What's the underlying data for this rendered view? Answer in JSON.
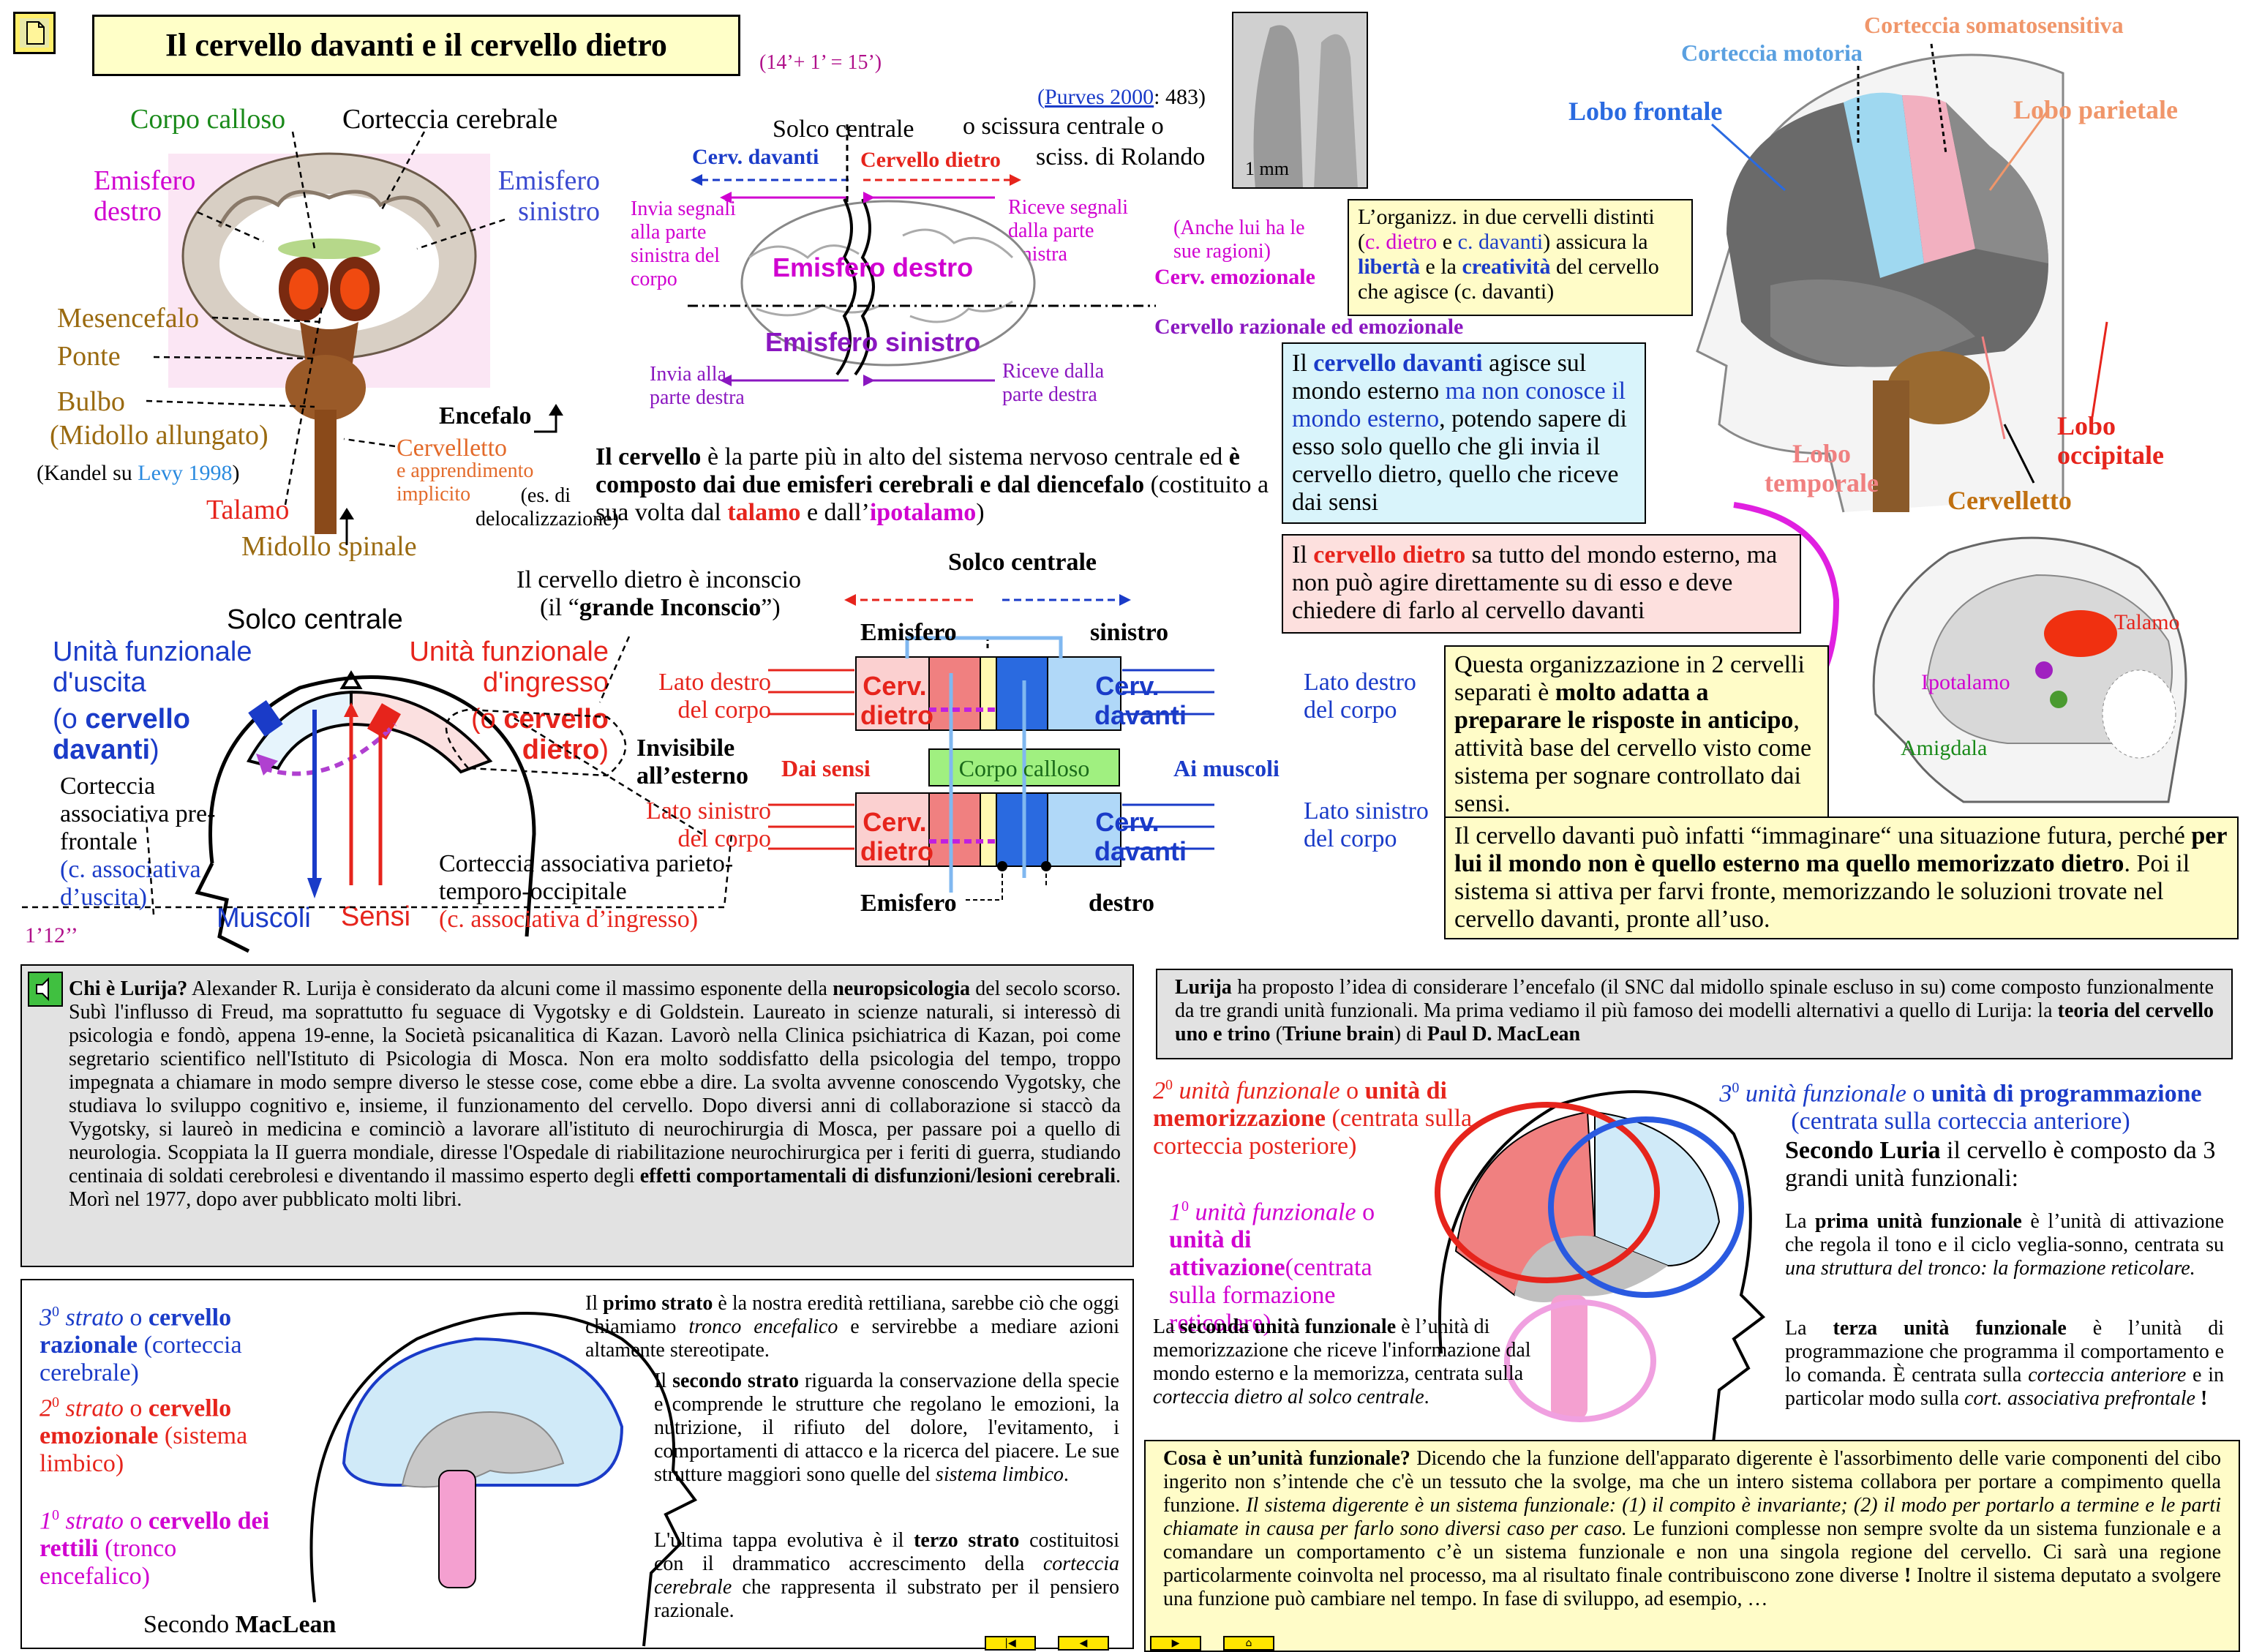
{
  "header": {
    "title": "Il cervello davanti e il cervello dietro",
    "time": "(14’+ 1’ = 15’)"
  },
  "top_left": {
    "corpo_calloso": "Corpo calloso",
    "corteccia_cerebrale": "Corteccia cerebrale",
    "emisfero_destro": "Emisfero destro",
    "emisfero_sinistro": "Emisfero sinistro",
    "mesencefalo": "Mesencefalo",
    "ponte": "Ponte",
    "bulbo": "Bulbo",
    "midollo_allungato": "(Midollo allungato)",
    "kandel_pre": "(Kandel su ",
    "kandel_link": "Levy 1998",
    "kandel_post": ")",
    "talamo": "Talamo",
    "midollo_spinale": "Midollo spinale",
    "encefalo": "Encefalo",
    "cervelletto": "Cervelletto",
    "cervelletto_note": "e apprendimento implicito",
    "cervelletto_note2": "(es. di delocalizzazione)"
  },
  "top_center": {
    "purves_link": "Purves 2000",
    "purves_page": ": 483)",
    "purves_open": "(",
    "scale": "1 mm",
    "solco_1": "Solco centrale",
    "solco_2": "o scissura centrale o",
    "solco_3": "sciss. di Rolando",
    "cerv_davanti": "Cerv. davanti",
    "cervello_dietro": "Cervello dietro",
    "invia_segnali": "Invia segnali alla parte sinistra del corpo",
    "riceve_segnali": "Riceve segnali dalla parte sinistra",
    "emisfero_destro": "Emisfero destro",
    "emisfero_sinistro": "Emisfero sinistro",
    "invia_destra": "Invia alla parte destra",
    "riceve_destra": "Riceve dalla parte destra",
    "anche_lui": "(Anche lui ha le sue ragioni)",
    "cerv_emozionale": "Cerv. emozionale",
    "razionale_emozionale": "Cervello razionale ed emozionale",
    "p1_a": "Il cervello",
    "p1_b": " è la parte più in alto del sistema nervoso centrale ed ",
    "p1_c": "è composto dai due emisferi cerebrali  e dal diencefalo",
    "p1_d": " (costituito a sua volta dal ",
    "p1_talamo": "talamo",
    "p1_e": " e dall’",
    "p1_ipotalamo": "ipotalamo",
    "p1_f": ")"
  },
  "organizz_box": {
    "a": "L’organizz. in due cervelli distinti (",
    "dietro": "c. dietro",
    "e": " e ",
    "davanti": "c. davanti",
    "b": ") assicura la ",
    "liberta": "libertà",
    "c": " e la ",
    "creativita": "creatività",
    "d": " del cervello che agisce (c. davanti)"
  },
  "blue_box": {
    "a": "Il ",
    "b": "cervello davanti",
    "c": " agisce sul mondo esterno ",
    "d": "ma non conosce il mondo esterno",
    "e": ", potendo sapere di esso solo quello che gli invia il cervello dietro, quello che riceve dai sensi"
  },
  "red_box": {
    "a": "Il ",
    "b": "cervello dietro",
    "c": " sa tutto del mondo esterno, ma non può agire direttamente su di esso e deve chiedere di farlo al cervello davanti"
  },
  "questa_box": {
    "a": "Questa organizzazione in 2 cervelli separati è ",
    "b": "molto adatta a preparare le risposte in anticipo",
    "c": ", attività base del cervello visto come sistema per sognare controllato dai sensi.",
    "d": "Il cervello davanti può infatti “immaginare“ una situazione futura, perché ",
    "e": "per lui il mondo non è quello esterno ma quello memorizzato dietro",
    "f": ". Poi il sistema si attiva per farvi fronte, memorizzando le soluzioni trovate nel cervello davanti, pronte all’uso."
  },
  "brain_right": {
    "somato": "Corteccia somatosensitiva",
    "motoria": "Corteccia motoria",
    "frontale": "Lobo frontale",
    "parietale": "Lobo parietale",
    "temporale": "Lobo temporale",
    "occipitale": "Lobo occipitale",
    "cervelletto": "Cervelletto",
    "talamo": "Talamo",
    "ipotalamo": "Ipotalamo",
    "amigdala": "Amigdala"
  },
  "middle_left": {
    "solco": "Solco centrale",
    "uscita_1": "Unità funzionale",
    "uscita_2": "d'uscita",
    "uscita_3": "(o ",
    "uscita_4": "cervello",
    "uscita_5": "davanti",
    "uscita_6": ")",
    "ingresso_1": "Unità funzionale",
    "ingresso_2": "d'ingresso",
    "ingresso_3": "(o ",
    "ingresso_4": "cervello",
    "ingresso_5": "dietro",
    "ingresso_6": ")",
    "corteccia_1": "Corteccia associativa pre-frontale",
    "corteccia_2": "(c. associativa d’uscita)",
    "muscoli": "Muscoli",
    "sensi": "Sensi",
    "time": "1’12’’",
    "parieto_1": "Corteccia associativa parieto-temporo-occipitale",
    "parieto_2": "(c. associativa d’ingresso)",
    "inconscio_1": "Il cervello dietro è inconscio",
    "inconscio_2": "(il “",
    "inconscio_3": "grande Inconscio",
    "inconscio_4": "”)",
    "invisibile": "Invisibile all’esterno",
    "lato_destro": "Lato destro del corpo",
    "lato_sinistro": "Lato sinistro del corpo"
  },
  "diagram": {
    "solco": "Solco centrale",
    "emisfero": "Emisfero",
    "sinistro": "sinistro",
    "destro": "destro",
    "cerv_dietro_1": "Cerv.",
    "cerv_dietro_2": "dietro",
    "cerv_davanti_1": "Cerv.",
    "cerv_davanti_2": "davanti",
    "corpo_calloso": "Corpo calloso",
    "dai_sensi": "Dai sensi",
    "ai_muscoli": "Ai muscoli",
    "lato_destro": "Lato destro del corpo",
    "lato_sinistro": "Lato sinistro del corpo"
  },
  "lurija_box": {
    "a": "Chi è Lurija?",
    "b": "  Alexander R. Lurija è considerato da alcuni come il massimo esponente della ",
    "c": "neuropsicologia",
    "d": " del secolo scorso. Subì l'influsso di Freud, ma soprattutto fu seguace di Vygotsky e di Goldstein. Laureato in scienze naturali, si interessò di psicologia e fondò, appena 19-enne, la Società psicanalitica di Kazan. Lavorò nella Clinica psichiatrica di Kazan, poi come segretario scientifico nell'Istituto di Psicologia di Mosca. Non era molto soddisfatto della psicologia del tempo, troppo impegnata a chiamare in modo sempre diverso le stesse cose, come ebbe a dire. La svolta avvenne conoscendo Vygotsky, che studiava lo sviluppo cognitivo e, insieme, il funzionamento del cervello. Dopo diversi anni di collaborazione si staccò da Vygotsky, si laureò in medicina e cominciò a lavorare all'istituto di neurochirurgia di Mosca, per passare poi a quello di neurologia. Scoppiata la II guerra mondiale, diresse l'Ospedale di riabilitazione neurochirurgica per i feriti di guerra, studiando centinaia di soldati cerebrolesi e diventando il massimo esperto degli ",
    "e": "effetti comportamentali di disfunzioni/lesioni cerebrali",
    "f": ". Morì nel 1977, dopo aver pubblicato molti libri."
  },
  "lurija_right": {
    "a": "Lurija",
    "b": " ha proposto l’idea di considerare l’encefalo (il SNC dal midollo spinale escluso in su) come composto funzionalmente da tre grandi unità funzionali. Ma prima vediamo il più famoso dei modelli alternativi a quello di Lurija: la ",
    "c": "teoria del cervello uno e trino",
    "d": " (",
    "e": "Triune brain",
    "f": ") di ",
    "g": "Paul D. MacLean"
  },
  "units": {
    "u2_a": "2",
    "u2_b": " unità funzionale",
    "u2_c": " o ",
    "u2_d": "unità di memorizzazione",
    "u2_e": " (centrata sulla corteccia posteriore)",
    "u3_a": "3",
    "u3_b": " unità funzionale",
    "u3_c": " o ",
    "u3_d": "unità di programmazione",
    "u3_e": "(centrata sulla corteccia anteriore)",
    "u1_a": "1",
    "u1_b": " unità funzionale",
    "u1_c": " o ",
    "u1_d": "unità di attivazione",
    "u1_e": "(centrata sulla formazione reticolare)",
    "sup": "0",
    "seconda_a": "La ",
    "seconda_b": "seconda unità funzionale",
    "seconda_c": " è l’unità di memorizzazione che riceve l'informazione dal mondo esterno e la memorizza,  centrata sulla ",
    "seconda_d": "corteccia dietro al solco centrale",
    "seconda_e": ".",
    "secondo_luria_a": "Secondo Luria",
    "secondo_luria_b": " il cervello è composto da 3 grandi unità funzionali:",
    "prima_a": "La ",
    "prima_b": "prima unità funzionale",
    "prima_c": " è l’unità di attivazione che regola il tono e il ciclo veglia-sonno, centrata su ",
    "prima_d": "una struttura del tronco: la formazione reticolare.",
    "terza_a": "La ",
    "terza_b": "terza unità funzionale",
    "terza_c": " è l’unità di programmazione che programma il comportamento e lo comanda. È centrata sulla ",
    "terza_d": "corteccia anteriore",
    "terza_e": " e in particolar modo sulla ",
    "terza_f": "cort. associativa prefrontale",
    "terza_g": " !"
  },
  "maclean": {
    "s3_a": "3",
    "s3_b": " strato",
    "s3_c": " o ",
    "s3_d": "cervello razionale",
    "s3_e": " (corteccia cerebrale)",
    "s2_a": "2",
    "s2_b": " strato",
    "s2_c": " o ",
    "s2_d": "cervello emozionale",
    "s2_e": " (sistema limbico)",
    "s1_a": "1",
    "s1_b": " strato",
    "s1_c": " o ",
    "s1_d": "cervello dei rettili",
    "s1_e": " (tronco encefalico)",
    "sup": "0",
    "secondo_a": "Secondo ",
    "secondo_b": "MacLean",
    "p1_a": "Il ",
    "p1_b": "primo strato",
    "p1_c": " è la nostra eredità rettiliana, sarebbe ciò che oggi chiamiamo ",
    "p1_d": "tronco encefalico",
    "p1_e": "  e servirebbe a mediare azioni altamente stereotipate.",
    "p2_a": "Il ",
    "p2_b": "secondo strato",
    "p2_c": " riguarda la conservazione della specie e comprende le strutture che regolano le emozioni, la nutrizione, il rifiuto del dolore, l'evitamento, i comportamenti di attacco e la ricerca del piacere. Le sue strutture maggiori sono quelle del ",
    "p2_d": "sistema limbico",
    "p2_e": ".",
    "p3_a": "L'ultima tappa evolutiva è il ",
    "p3_b": "terzo strato",
    "p3_c": " costituitosi con il drammatico accrescimento della ",
    "p3_d": "corteccia cerebrale",
    "p3_e": " che rappresenta il substrato per il pensiero razionale."
  },
  "cosa_box": {
    "a": "Cosa è un’unità funzionale?",
    "b": " Dicendo che la funzione dell'apparato digerente è l'assorbimento delle varie componenti del cibo ingerito non s’intende che c'è un tessuto che la svolge, ma che un intero sistema collabora per portare a compimento quella funzione. ",
    "c": "Il sistema digerente è un sistema funzionale: (1) il compito è invariante; (2) il modo per portarlo a termine e le parti chiamate in causa per farlo sono diversi caso per caso.",
    "d": " Le funzioni complesse non sempre svolte da un sistema funzionale  e a comandare un comportamento c’è un sistema funzionale e non una singola regione del cervello. Ci  sarà  una  regione particolarmente coinvolta nel processo, ma al risultato finale contribuiscono zone diverse ",
    "e": "!",
    "f": " Inoltre il sistema deputato a svolgere una funzione può cambiare nel tempo. In fase di sviluppo, ad esempio, …"
  },
  "nav": {
    "first": "|◀",
    "prev": "◀",
    "next": "▶",
    "home": "⌂"
  },
  "colors": {
    "title_bg": "#ffffc8",
    "box_yellow": "#fffcc8",
    "box_blue": "#d9f4fb",
    "box_red": "#fde0de",
    "box_grey": "#e2e2e2"
  }
}
